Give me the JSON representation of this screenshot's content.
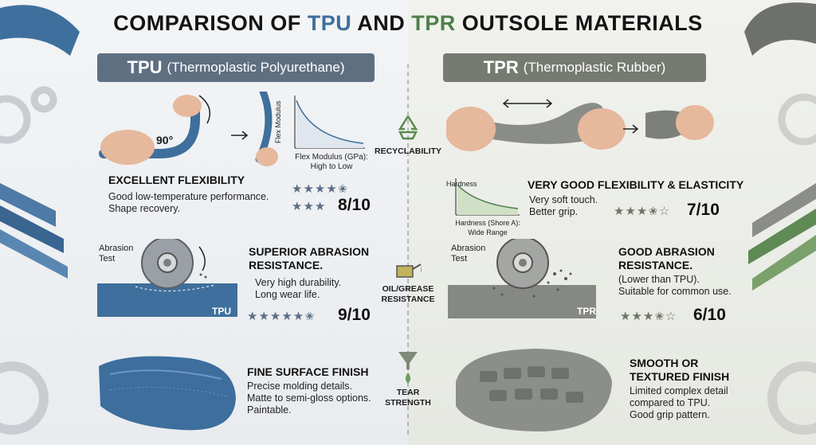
{
  "title": {
    "prefix": "COMPARISON OF ",
    "tpu": "TPU",
    "mid": " AND ",
    "tpr": "TPR",
    "suffix": " OUTSOLE MATERIALS"
  },
  "tpu": {
    "pill_abbr": "TPU",
    "pill_full": "(Thermoplastic Polyurethane)",
    "bend_angle": "90°",
    "chart_ylabel": "Flex Modulus",
    "chart_caption_1": "Flex Modulus (GPa):",
    "chart_caption_2": "High to Low",
    "flex": {
      "heading": "EXCELLENT FLEXIBILITY",
      "desc": [
        "Good low-temperature performance.",
        "Shape recovery."
      ],
      "score": "8/10"
    },
    "abrasion": {
      "test_label": [
        "Abrasion",
        "Test"
      ],
      "material_label": "TPU",
      "heading": [
        "SUPERIOR ABRASION",
        "RESISTANCE."
      ],
      "desc": [
        "Very high durability.",
        "Long wear life."
      ],
      "score": "9/10"
    },
    "finish": {
      "heading": "FINE SURFACE FINISH",
      "desc": [
        "Precise molding details.",
        "Matte to semi-gloss options.",
        "Paintable."
      ]
    }
  },
  "tpr": {
    "pill_abbr": "TPR",
    "pill_full": "(Thermoplastic Rubber)",
    "chart_ylabel": "Hardness",
    "chart_caption_1": "Hardness (Shore A):",
    "chart_caption_2": "Wide Range",
    "flex": {
      "heading": "VERY GOOD FLEXIBILITY & ELASTICITY",
      "desc": [
        "Very soft touch.",
        "Better grip."
      ],
      "score": "7/10"
    },
    "abrasion": {
      "test_label": [
        "Abrasion",
        "Test"
      ],
      "material_label": "TPR",
      "heading": [
        "GOOD ABRASION",
        "RESISTANCE."
      ],
      "desc": [
        "(Lower than TPU).",
        "Suitable for common use."
      ],
      "score": "6/10"
    },
    "finish": {
      "heading": [
        "SMOOTH OR",
        "TEXTURED FINISH"
      ],
      "desc": [
        "Limited complex detail",
        "compared to TPU.",
        "Good grip pattern."
      ]
    }
  },
  "center": {
    "recyclability": "RECYCLABILITY",
    "oil": [
      "OIL/GREASE",
      "RESISTANCE"
    ],
    "tear": [
      "TEAR",
      "STRENGTH"
    ]
  },
  "colors": {
    "tpu_blue": "#3f6f9c",
    "tpr_green": "#4f7f4a",
    "tpu_pill": "#5f6f82",
    "tpr_pill": "#767b72",
    "tpr_gray": "#8a8c88"
  }
}
